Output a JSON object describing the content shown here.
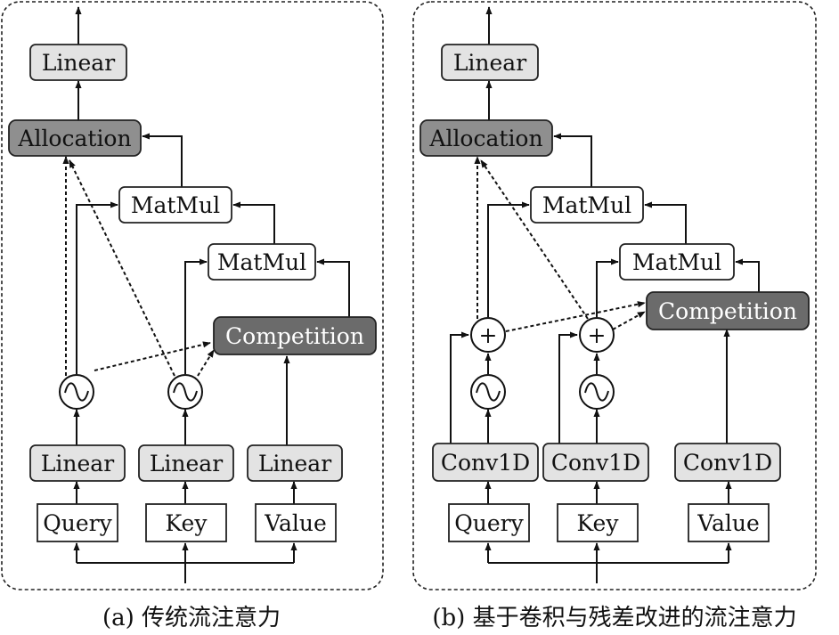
{
  "panel_a": {
    "caption": "(a) 传统流注意力",
    "linear_top": "Linear",
    "allocation": "Allocation",
    "matmul_1": "MatMul",
    "matmul_2": "MatMul",
    "competition": "Competition",
    "linear_q": "Linear",
    "linear_k": "Linear",
    "linear_v": "Linear",
    "query": "Query",
    "key": "Key",
    "value": "Value"
  },
  "panel_b": {
    "caption": "(b) 基于卷积与残差改进的流注意力",
    "linear_top": "Linear",
    "allocation": "Allocation",
    "matmul_1": "MatMul",
    "matmul_2": "MatMul",
    "competition": "Competition",
    "conv_q": "Conv1D",
    "conv_k": "Conv1D",
    "conv_v": "Conv1D",
    "query": "Query",
    "key": "Key",
    "value": "Value",
    "plus": "+"
  }
}
